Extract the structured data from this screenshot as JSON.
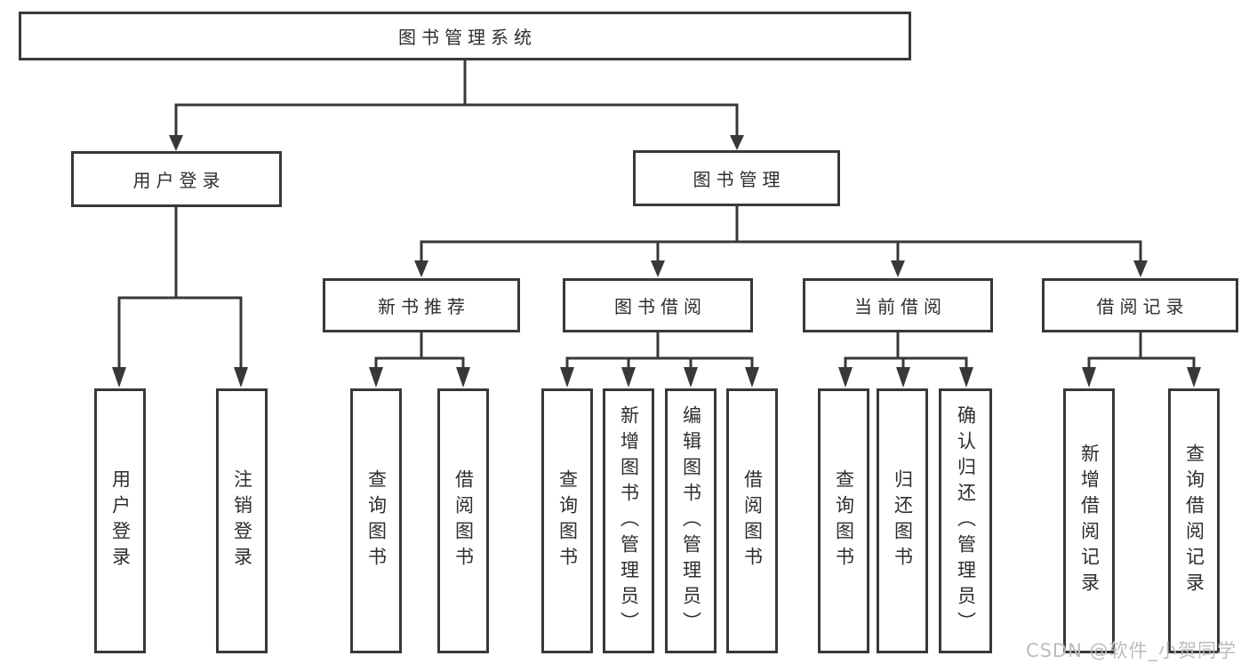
{
  "diagram": {
    "type": "hierarchy-tree",
    "colors": {
      "line": "#383838",
      "box_border": "#383838",
      "box_fill": "#ffffff",
      "text": "#2e2e2e",
      "watermark": "#bcbcbc",
      "background": "#ffffff"
    },
    "tree": {
      "label": "图书管理系统",
      "children": [
        {
          "label": "用户登录",
          "children": [
            {
              "label": "用户登录"
            },
            {
              "label": "注销登录"
            }
          ]
        },
        {
          "label": "图书管理",
          "children": [
            {
              "label": "新书推荐",
              "children": [
                {
                  "label": "查询图书"
                },
                {
                  "label": "借阅图书"
                }
              ]
            },
            {
              "label": "图书借阅",
              "children": [
                {
                  "label": "查询图书"
                },
                {
                  "label": "新增图书（管理员）"
                },
                {
                  "label": "编辑图书（管理员）"
                },
                {
                  "label": "借阅图书"
                }
              ]
            },
            {
              "label": "当前借阅",
              "children": [
                {
                  "label": "查询图书"
                },
                {
                  "label": "归还图书"
                },
                {
                  "label": "确认归还（管理员）"
                }
              ]
            },
            {
              "label": "借阅记录",
              "children": [
                {
                  "label": "新增借阅记录"
                },
                {
                  "label": "查询借阅记录"
                }
              ]
            }
          ]
        }
      ]
    },
    "watermark": "CSDN @软件_小贺同学"
  }
}
